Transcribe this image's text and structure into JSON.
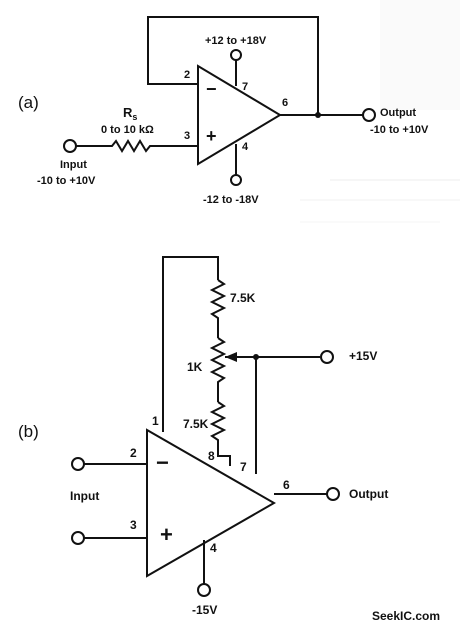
{
  "circuit_a": {
    "label": "(a)",
    "supply_pos": "+12 to +18V",
    "supply_neg": "-12 to -18V",
    "pin2": "2",
    "pin3": "3",
    "pin4": "4",
    "pin6": "6",
    "pin7": "7",
    "resistor_name": "R",
    "resistor_sub": "s",
    "resistor_range": "0 to 10 kΩ",
    "input_label": "Input",
    "input_range": "-10 to +10V",
    "output_label": "Output",
    "output_range": "-10 to +10V",
    "minus": "−",
    "plus": "+"
  },
  "circuit_b": {
    "label": "(b)",
    "r_top": "7.5K",
    "pot": "1K",
    "r_bottom": "7.5K",
    "supply_pos": "+15V",
    "supply_neg": "-15V",
    "pin1": "1",
    "pin2": "2",
    "pin3": "3",
    "pin4": "4",
    "pin6": "6",
    "pin7": "7",
    "pin8": "8",
    "input_label": "Input",
    "output_label": "Output",
    "minus": "−",
    "plus": "+"
  },
  "watermark": "SeekIC.com"
}
